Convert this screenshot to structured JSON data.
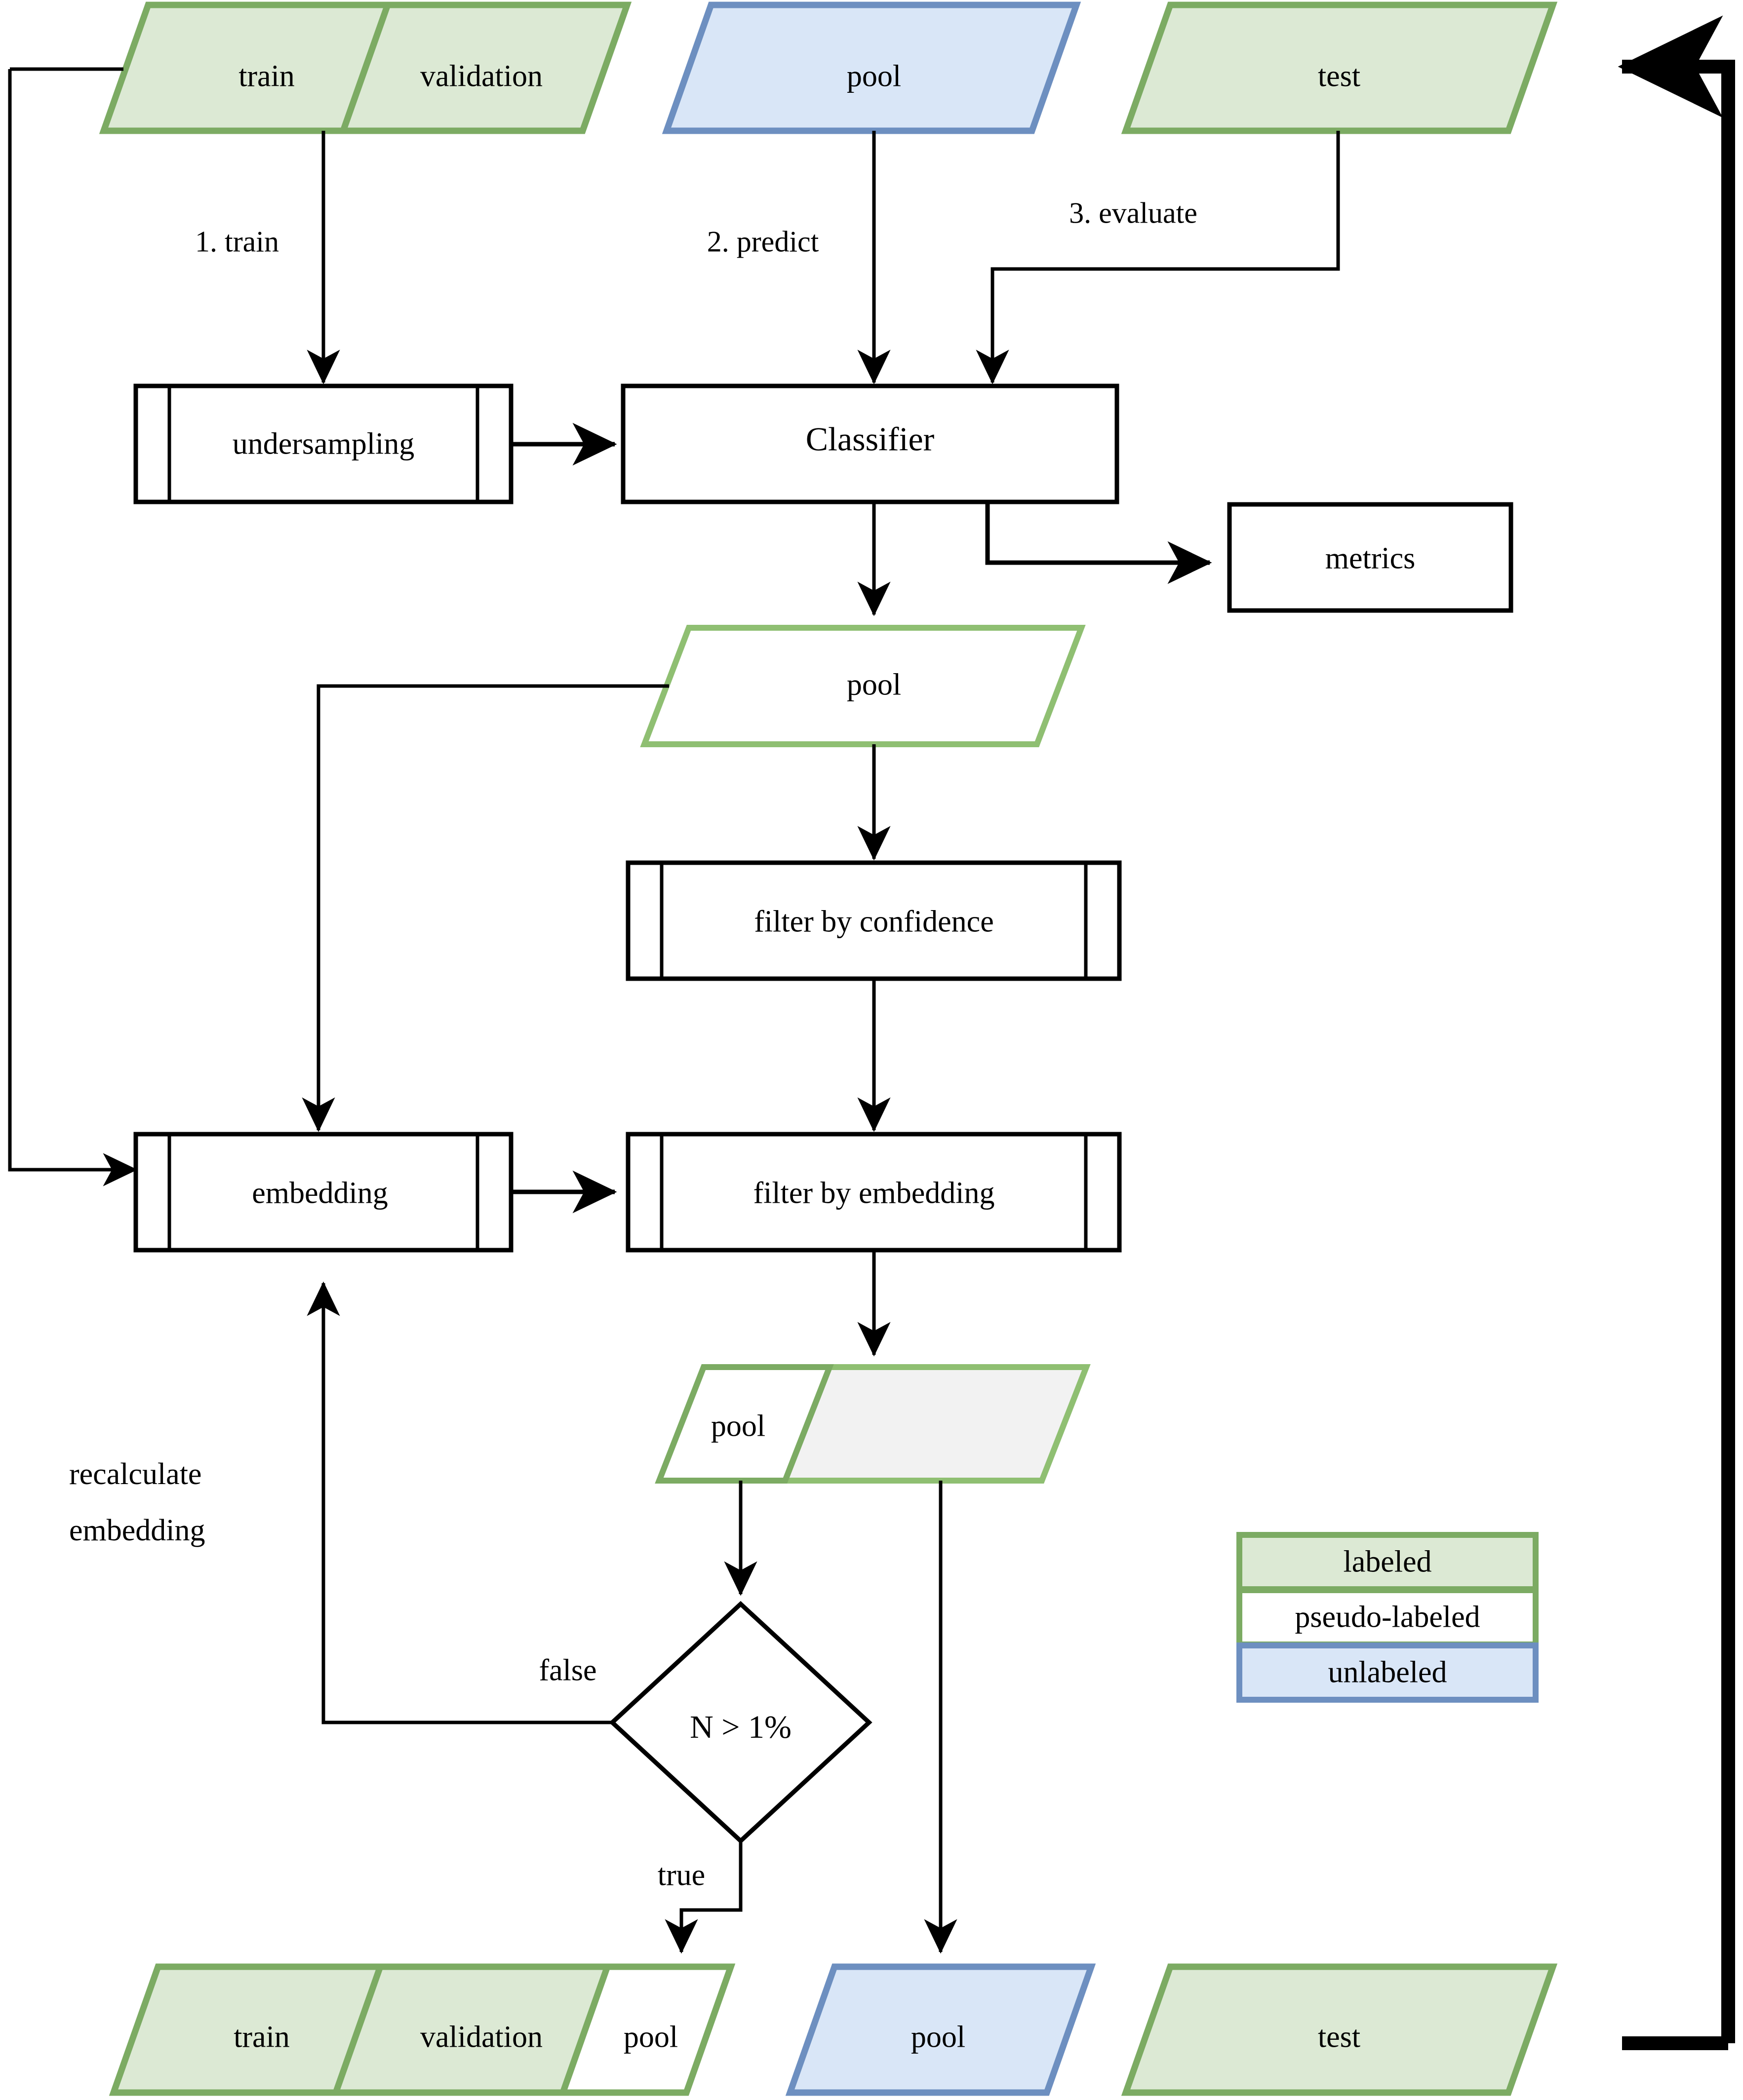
{
  "diagram": {
    "title": "Semi-supervised self-training pipeline flowchart",
    "colors": {
      "labeled_fill": "#dce9d4",
      "labeled_stroke": "#7cab63",
      "pseudo_fill": "#ffffff",
      "pseudo_stroke": "#8fbf72",
      "unlabeled_fill": "#d9e6f7",
      "unlabeled_stroke": "#6d8fc0",
      "gray_fill": "#f2f2f2",
      "line": "#000000"
    },
    "top_row": {
      "dataset_group_1": {
        "name": "train-validation-dataset",
        "segments": [
          "train",
          "validation"
        ],
        "kind": "labeled"
      },
      "dataset_pool": {
        "name": "pool-dataset-top",
        "label": "pool",
        "kind": "unlabeled"
      },
      "dataset_test": {
        "name": "test-dataset-top",
        "label": "test",
        "kind": "labeled"
      }
    },
    "edge_labels": {
      "step1": "1. train",
      "step2": "2. predict",
      "step3": "3. evaluate",
      "recalculate": [
        "recalculate",
        "embedding"
      ],
      "decision_false": "false",
      "decision_true": "true"
    },
    "process_nodes": [
      {
        "name": "undersampling",
        "label": "undersampling",
        "shape": "predefined-process"
      },
      {
        "name": "classifier",
        "label": "Classifier",
        "shape": "rectangle"
      },
      {
        "name": "metrics",
        "label": "metrics",
        "shape": "rectangle"
      },
      {
        "name": "filter-by-confidence",
        "label": "filter by confidence",
        "shape": "predefined-process"
      },
      {
        "name": "embedding",
        "label": "embedding",
        "shape": "predefined-process"
      },
      {
        "name": "filter-by-embedding",
        "label": "filter by embedding",
        "shape": "predefined-process"
      }
    ],
    "data_nodes": [
      {
        "name": "pool-after-predict",
        "label": "pool",
        "kind": "pseudo-labeled"
      },
      {
        "name": "pool-after-filter",
        "segments": [
          "pool",
          ""
        ],
        "kind": "pseudo-labeled-split"
      }
    ],
    "decision": {
      "name": "n-greater-than-1-percent",
      "label": "N > 1%"
    },
    "bottom_row": {
      "dataset_group_1": {
        "name": "train-validation-pool-dataset",
        "segments": [
          "train",
          "validation",
          "pool"
        ],
        "kinds": [
          "labeled",
          "labeled",
          "pseudo-labeled"
        ]
      },
      "dataset_pool": {
        "name": "pool-dataset-bottom",
        "label": "pool",
        "kind": "unlabeled"
      },
      "dataset_test": {
        "name": "test-dataset-bottom",
        "label": "test",
        "kind": "labeled"
      }
    },
    "legend": {
      "name": "legend",
      "items": [
        {
          "label": "labeled",
          "kind": "labeled"
        },
        {
          "label": "pseudo-labeled",
          "kind": "pseudo-labeled"
        },
        {
          "label": "unlabeled",
          "kind": "unlabeled"
        }
      ]
    }
  }
}
